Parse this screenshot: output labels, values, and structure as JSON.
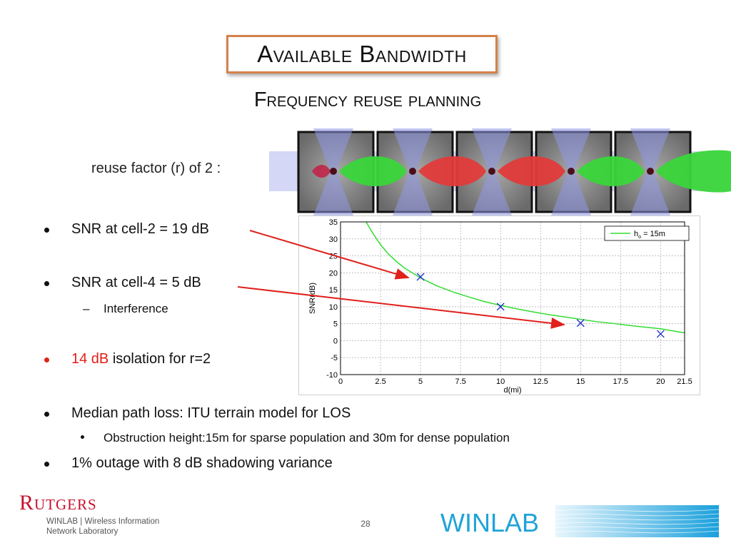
{
  "title": "Available Bandwidth",
  "subtitle": "Frequency reuse planning",
  "reuse_label": "reuse factor (r) of 2 :",
  "bullets": {
    "b1": "SNR at cell-2 = 19 dB",
    "b2": "SNR at cell-4 = 5 dB",
    "b2_sub": "Interference",
    "b3_red": "14 dB",
    "b3_rest": " isolation for r=2",
    "b4": "Median path loss: ITU terrain model for LOS",
    "b4_sub": "Obstruction height:15m for sparse population and 30m for dense population",
    "b5": "1% outage with 8 dB shadowing variance"
  },
  "footer": {
    "rutgers": "Rutgers",
    "rutgers_line1": "WINLAB | Wireless Information",
    "rutgers_line2": "Network Laboratory",
    "page_number": "28",
    "winlab": "WINLAB"
  },
  "colors": {
    "accent_red": "#e0201b",
    "title_border": "#d4824a",
    "curve_green": "#33dd33",
    "marker_blue": "#2233cc",
    "winlab_blue": "#1fa3d8",
    "rutgers_red": "#c8102e"
  },
  "chart_data": {
    "type": "line",
    "xlabel": "d(mi)",
    "ylabel": "SNR(dB)",
    "xlim": [
      0,
      21.5
    ],
    "ylim": [
      -10,
      35
    ],
    "x_ticks": [
      "0",
      "2.5",
      "5",
      "7.5",
      "10",
      "12.5",
      "15",
      "17.5",
      "20",
      "21.5"
    ],
    "y_ticks": [
      "35",
      "30",
      "25",
      "20",
      "15",
      "10",
      "5",
      "0",
      "-5",
      "-10"
    ],
    "grid": true,
    "legend_position": "top-right",
    "series": [
      {
        "name": "h_o = 15m",
        "x": [
          1.6,
          2,
          2.5,
          3,
          3.5,
          4,
          5,
          6,
          7,
          8,
          9,
          10,
          11,
          12,
          13,
          14,
          15,
          16,
          17,
          18,
          19,
          20,
          21.5
        ],
        "values": [
          35,
          31.8,
          28.3,
          25.5,
          23.3,
          21.4,
          18.5,
          16.2,
          14.4,
          12.9,
          11.5,
          10.4,
          9.4,
          8.5,
          7.7,
          7.0,
          6.3,
          5.6,
          5.1,
          4.5,
          4.0,
          3.5,
          2.3
        ]
      }
    ],
    "markers": [
      {
        "x": 5,
        "y": 18.8
      },
      {
        "x": 10,
        "y": 10
      },
      {
        "x": 15,
        "y": 5.2
      },
      {
        "x": 20,
        "y": 2
      }
    ]
  }
}
